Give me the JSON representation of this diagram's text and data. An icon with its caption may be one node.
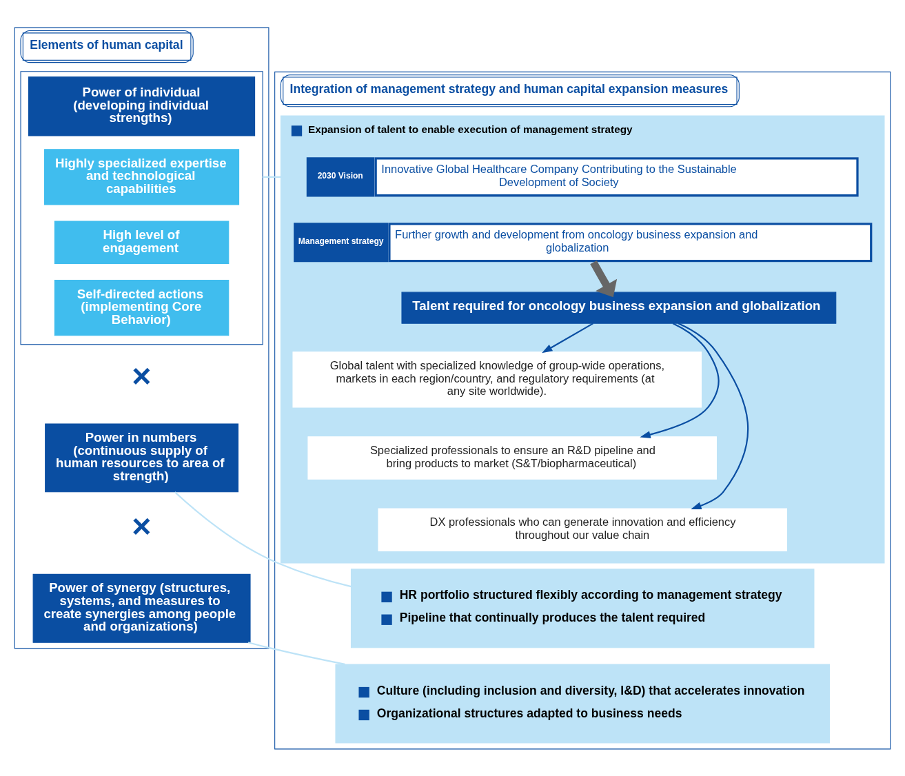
{
  "diagram": {
    "nodes": [
      {
        "text": [
          "Elements of human capital"
        ]
      },
      {
        "text": [
          "Power of individual (developing individual strengths)"
        ],
        "in": 0
      },
      {
        "text": [
          "Highly specialized expertise and technological capabilities"
        ],
        "in": 1
      },
      {
        "text": [
          "High level of engagement"
        ],
        "in": 1
      },
      {
        "text": [
          "Self-directed actions (implementing Core Behavior)"
        ],
        "in": 1
      },
      {
        "text": [
          "Power in numbers (continuous supply of human resources to area of strength)"
        ],
        "in": 0
      },
      {
        "text": [
          "Power of synergy (structures, systems, and measures to create synergies among people and organizations)"
        ],
        "in": 0
      },
      {
        "text": [
          "Integration of management strategy and human capital expansion measures"
        ]
      },
      {
        "text": [
          "Expansion of talent to enable execution of management strategy"
        ],
        "in": 7
      },
      {
        "text": [
          "2030 Vision",
          "Innovative Global Healthcare Company Contributing to the Sustainable Development of Society"
        ],
        "in": 8
      },
      {
        "text": [
          "Management strategy",
          "Further growth and development from oncology business expansion and globalization"
        ],
        "in": 8
      },
      {
        "text": [
          "Talent required for oncology business expansion and globalization"
        ],
        "in": 8
      },
      {
        "text": [
          "Global talent with specialized knowledge of group-wide operations, markets in each region/country, and regulatory requirements (at any site worldwide)."
        ],
        "in": 8
      },
      {
        "text": [
          "Specialized professionals to ensure an R&D pipeline and bring products to market (S&T/biopharmaceutical)"
        ],
        "in": 8
      },
      {
        "text": [
          "DX professionals who can generate innovation and efficiency throughout our value chain"
        ],
        "in": 8
      },
      {
        "text": [
          "HR portfolio structured flexibly according to management strategy",
          "Pipeline that continually produces the talent required"
        ],
        "in": 7
      },
      {
        "text": [
          "Culture (including inclusion and diversity, I&D) that accelerates innovation",
          "Organizational structures adapted to business needs"
        ],
        "in": 7
      }
    ],
    "edges": [
      {
        "from": 1,
        "to": 8,
        "arrow": "none"
      },
      {
        "from": 10,
        "to": 11,
        "arrow": "to",
        "style": "thick",
        "color": "#666666"
      },
      {
        "from": 11,
        "to": 12,
        "arrow": "to",
        "color": "#0a4ea2"
      },
      {
        "from": 11,
        "to": 13,
        "arrow": "to",
        "color": "#0a4ea2"
      },
      {
        "from": 11,
        "to": 14,
        "arrow": "to",
        "color": "#0a4ea2"
      },
      {
        "from": 5,
        "to": 15,
        "arrow": "none"
      },
      {
        "from": 6,
        "to": 16,
        "arrow": "none"
      }
    ],
    "labels": [
      "×",
      "×"
    ]
  }
}
